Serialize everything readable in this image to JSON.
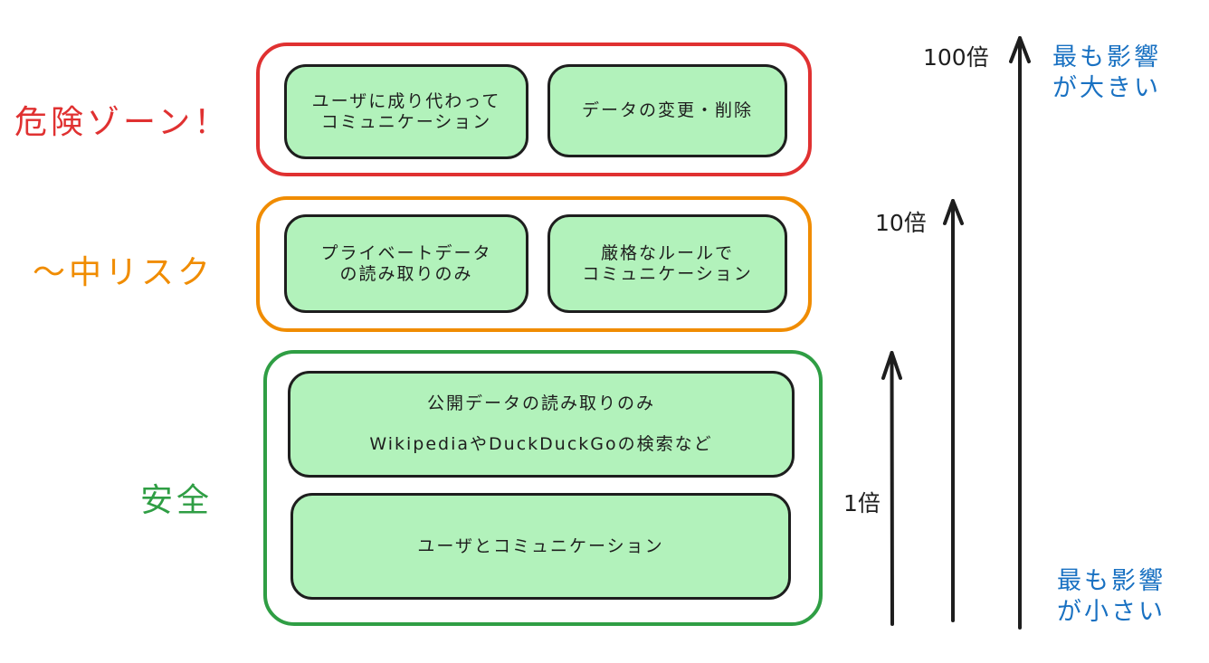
{
  "zones": {
    "danger": {
      "label": "危険ゾーン！",
      "color": "#e03131",
      "cards": [
        {
          "lines": [
            "ユーザに成り代わって",
            "コミュニケーション"
          ]
        },
        {
          "lines": [
            "データの変更・削除"
          ]
        }
      ]
    },
    "medium": {
      "label": "〜中リスク",
      "color": "#f08c00",
      "cards": [
        {
          "lines": [
            "プライベートデータ",
            "の読み取りのみ"
          ]
        },
        {
          "lines": [
            "厳格なルールで",
            "コミュニケーション"
          ]
        }
      ]
    },
    "safe": {
      "label": "安全",
      "color": "#2f9e44",
      "cards": [
        {
          "lines": [
            "公開データの読み取りのみ",
            "WikipediaやDuckDuckGoの検索など"
          ]
        },
        {
          "lines": [
            "ユーザとコミュニケーション"
          ]
        }
      ]
    }
  },
  "arrows": [
    {
      "label": "1倍"
    },
    {
      "label": "10倍"
    },
    {
      "label": "100倍"
    }
  ],
  "impact": {
    "high": [
      "最も影響",
      "が大きい"
    ],
    "low": [
      "最も影響",
      "が小さい"
    ]
  },
  "colors": {
    "card_fill": "#b2f2bb",
    "stroke": "#1e1e1e",
    "impact_text": "#1971c2"
  }
}
